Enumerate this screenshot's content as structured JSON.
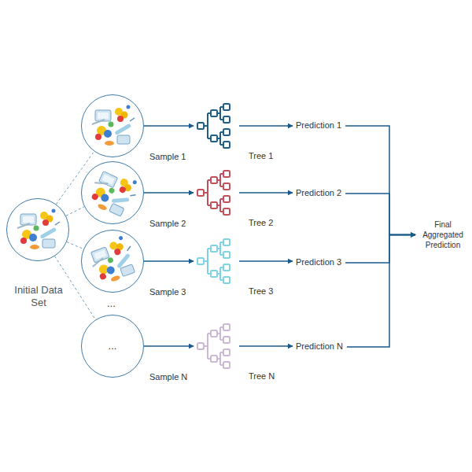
{
  "diagram": {
    "nodes": [
      {
        "text": [
          "Initial Data Set"
        ]
      },
      {
        "text": [
          "Sample 1"
        ]
      },
      {
        "text": [
          "Tree 1"
        ]
      },
      {
        "text": [
          "Prediction 1"
        ]
      },
      {
        "text": [
          "Sample 2"
        ]
      },
      {
        "text": [
          "Tree 2"
        ]
      },
      {
        "text": [
          "Prediction 2"
        ]
      },
      {
        "text": [
          "Sample 3"
        ]
      },
      {
        "text": [
          "Tree 3"
        ]
      },
      {
        "text": [
          "Prediction 3"
        ]
      },
      {
        "text": [
          "...",
          "Sample N"
        ]
      },
      {
        "text": [
          "Tree N"
        ]
      },
      {
        "text": [
          "Prediction N"
        ]
      },
      {
        "text": [
          "Final Aggregated Prediction"
        ]
      }
    ],
    "edges": [
      {
        "from": 0,
        "to": 1,
        "arrow": "none"
      },
      {
        "from": 0,
        "to": 4,
        "arrow": "none"
      },
      {
        "from": 0,
        "to": 7,
        "arrow": "none"
      },
      {
        "from": 0,
        "to": 10,
        "arrow": "none"
      },
      {
        "from": 1,
        "to": 2,
        "arrow": "to"
      },
      {
        "from": 2,
        "to": 3,
        "arrow": "to"
      },
      {
        "from": 4,
        "to": 5,
        "arrow": "to"
      },
      {
        "from": 5,
        "to": 6,
        "arrow": "to"
      },
      {
        "from": 7,
        "to": 8,
        "arrow": "to"
      },
      {
        "from": 8,
        "to": 9,
        "arrow": "to"
      },
      {
        "from": 10,
        "to": 11,
        "arrow": "to"
      },
      {
        "from": 11,
        "to": 12,
        "arrow": "to"
      },
      {
        "from": 3,
        "to": 13,
        "arrow": "to"
      },
      {
        "from": 6,
        "to": 13,
        "arrow": "to"
      },
      {
        "from": 9,
        "to": 13,
        "arrow": "to"
      },
      {
        "from": 12,
        "to": 13,
        "arrow": "to"
      }
    ],
    "labels": [
      "..."
    ]
  }
}
